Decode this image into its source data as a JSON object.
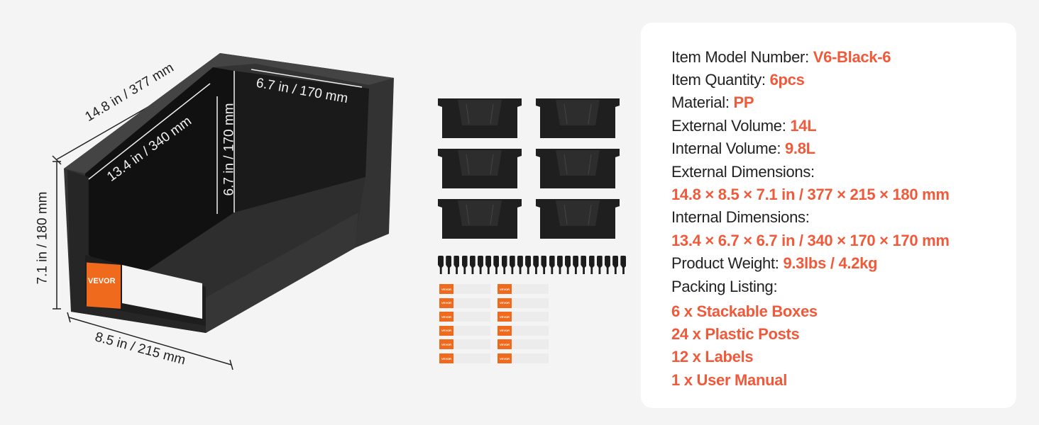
{
  "dimensions": {
    "length": "14.8 in / 377 mm",
    "inner_length": "13.4 in / 340 mm",
    "inner_width": "6.7 in / 170 mm",
    "inner_height": "6.7 in / 170 mm",
    "height": "7.1 in / 180 mm",
    "width": "8.5 in / 215 mm"
  },
  "brand": "VEVOR",
  "colors": {
    "accent": "#f05a3a",
    "label_orange": "#f06a1e",
    "bin": "#2b2b2b"
  },
  "package": {
    "bins": 6,
    "posts": 24,
    "labels": 12
  },
  "specs": [
    {
      "label": "Item Model Number: ",
      "value": "V6-Black-6"
    },
    {
      "label": "Item Quantity: ",
      "value": "6pcs"
    },
    {
      "label": "Material: ",
      "value": "PP"
    },
    {
      "label": "External Volume: ",
      "value": "14L"
    },
    {
      "label": "Internal Volume: ",
      "value": "9.8L"
    },
    {
      "label": "External Dimensions:",
      "value": ""
    },
    {
      "label": "",
      "value": "14.8 × 8.5 × 7.1 in / 377 × 215 × 180 mm"
    },
    {
      "label": "Internal Dimensions:",
      "value": ""
    },
    {
      "label": "",
      "value": "13.4 × 6.7 × 6.7 in / 340 × 170 × 170 mm"
    },
    {
      "label": "Product Weight: ",
      "value": "9.3lbs / 4.2kg"
    },
    {
      "label": "Packing Listing:",
      "value": ""
    },
    {
      "label": "",
      "value": "6 x Stackable Boxes"
    },
    {
      "label": "",
      "value": "24 x Plastic Posts"
    },
    {
      "label": "",
      "value": "12 x Labels"
    },
    {
      "label": "",
      "value": "1 x User Manual"
    }
  ]
}
